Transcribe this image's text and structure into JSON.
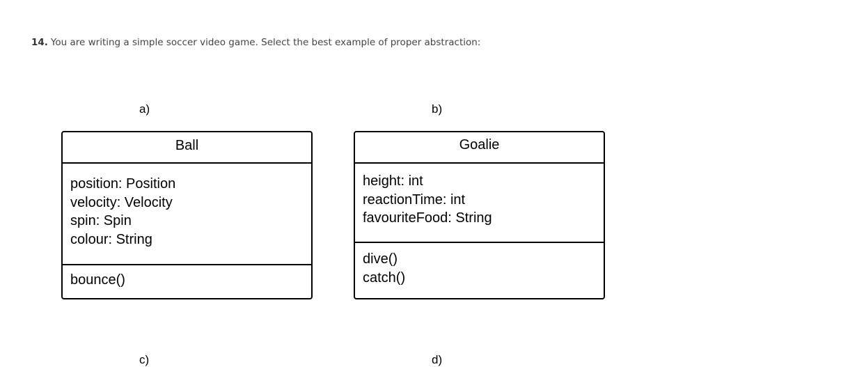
{
  "question": {
    "number": "14.",
    "text": "You are writing a simple soccer video game. Select the best example of proper abstraction:"
  },
  "options": {
    "a": {
      "label": "a)",
      "class_name": "Ball",
      "attributes": [
        "position: Position",
        "velocity: Velocity",
        "spin: Spin",
        "colour: String"
      ],
      "methods": [
        "bounce()"
      ]
    },
    "b": {
      "label": "b)",
      "class_name": "Goalie",
      "attributes": [
        "height: int",
        "reactionTime: int",
        "favouriteFood: String"
      ],
      "methods": [
        "dive()",
        "catch()"
      ]
    },
    "c": {
      "label": "c)"
    },
    "d": {
      "label": "d)"
    }
  }
}
